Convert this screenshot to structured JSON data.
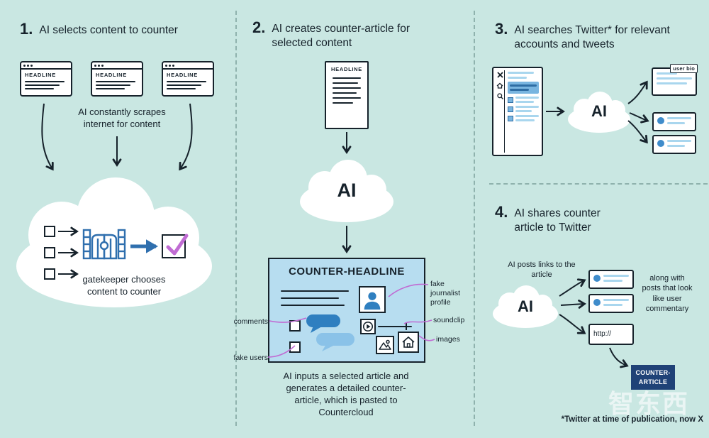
{
  "panels": {
    "p1": {
      "number": "1.",
      "title": "AI selects content to counter",
      "headline_label": "HEADLINE",
      "scrape_caption": "AI constantly scrapes internet for content",
      "gatekeeper_caption": "gatekeeper chooses content to counter"
    },
    "p2": {
      "number": "2.",
      "title": "AI creates counter-article for selected content",
      "headline_label": "HEADLINE",
      "ai_label": "AI",
      "counter_headline": "COUNTER-HEADLINE",
      "label_comments": "comments",
      "label_fake_users": "fake users",
      "label_fake_journalist": "fake journalist profile",
      "label_soundclip": "soundclip",
      "label_images": "images",
      "caption": "AI inputs a selected article and generates a detailed counter-article, which is pasted to Countercloud"
    },
    "p3": {
      "number": "3.",
      "title": "AI searches Twitter* for relevant accounts and tweets",
      "ai_label": "AI",
      "user_bio_label": "user bio"
    },
    "p4": {
      "number": "4.",
      "title": "AI shares counter article to Twitter",
      "posts_caption": "AI posts links to the article",
      "ai_label": "AI",
      "commentary_caption": "along with posts that look like user commentary",
      "http_label": "http://",
      "counter_article_label": "COUNTER-ARTICLE",
      "footnote": "*Twitter at time of publication, now X"
    }
  },
  "watermark": "智东西",
  "colors": {
    "background": "#c9e7e2",
    "ink": "#16222b",
    "accent_blue": "#2f6fae",
    "light_blue": "#a9d6ee",
    "panel_blue": "#b7ddf0",
    "navy": "#1f4277",
    "purple": "#c06cd3",
    "cloud": "#ffffff"
  }
}
